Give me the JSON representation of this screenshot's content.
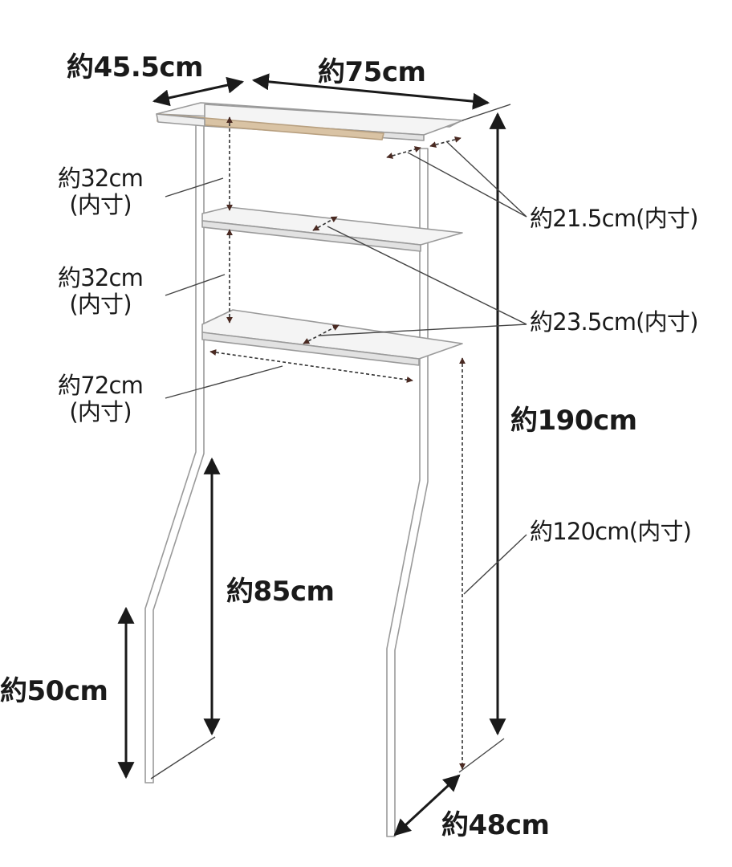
{
  "labels": {
    "width": "約45.5cm",
    "depth": "約75cm",
    "shelf_gap_1": "約32cm",
    "shelf_gap_1_note": "(内寸)",
    "shelf_gap_2": "約32cm",
    "shelf_gap_2_note": "(内寸)",
    "inner_width": "約72cm",
    "inner_width_note": "(内寸)",
    "top_shelf_depth": "約21.5cm(内寸)",
    "lower_shelf_depth": "約23.5cm(内寸)",
    "total_height": "約190cm",
    "clearance_height": "約120cm(内寸)",
    "leg_height": "約85cm",
    "leg_lower_height": "約50cm",
    "base_depth": "約48cm"
  },
  "colors": {
    "frame_outline": "#9a9a9a",
    "frame_fill": "#ffffff",
    "shelf_top": "#f4f4f4",
    "shelf_front": "#e2e2e2",
    "rod": "#d9c3a4",
    "dimension_line": "#1a1a1a",
    "arrow_head": "#4a2a22",
    "leader_line": "#444444"
  }
}
